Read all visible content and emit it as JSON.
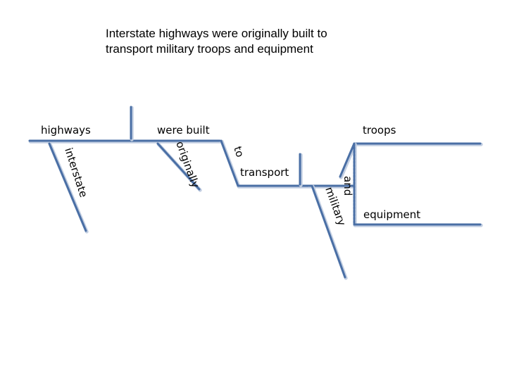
{
  "title": {
    "line1": "Interstate highways were originally built to",
    "line2": "transport military troops and equipment"
  },
  "words": {
    "subject": "highways",
    "verb": "were built",
    "modifier_subject": "interstate",
    "modifier_verb": "originally",
    "preposition": "to",
    "prep_object": "transport",
    "object_1": "troops",
    "conjunction": "and",
    "object_2": "equipment",
    "modifier_object": "military"
  },
  "colors": {
    "line_main": "#4a6fa5",
    "line_shadow": "#c3cfe2"
  }
}
